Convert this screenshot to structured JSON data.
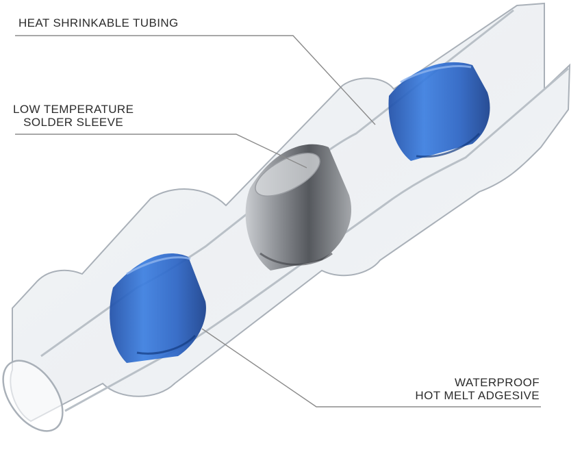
{
  "labels": {
    "heat_shrink": [
      "HEAT SHRINKABLE TUBING"
    ],
    "solder_sleeve": [
      "LOW TEMPERATURE",
      "SOLDER SLEEVE"
    ],
    "adhesive": [
      "WATERPROOF",
      "HOT MELT ADGESIVE"
    ]
  },
  "colors": {
    "tube_outline": "#a9b0b8",
    "adhesive_blue": "#2f6fd1",
    "adhesive_blue_dark": "#1f4fa8",
    "solder_silver": "#8e9196",
    "solder_dark": "#55585d",
    "leader_line": "#8a8a8a",
    "text": "#2b2b2b"
  }
}
